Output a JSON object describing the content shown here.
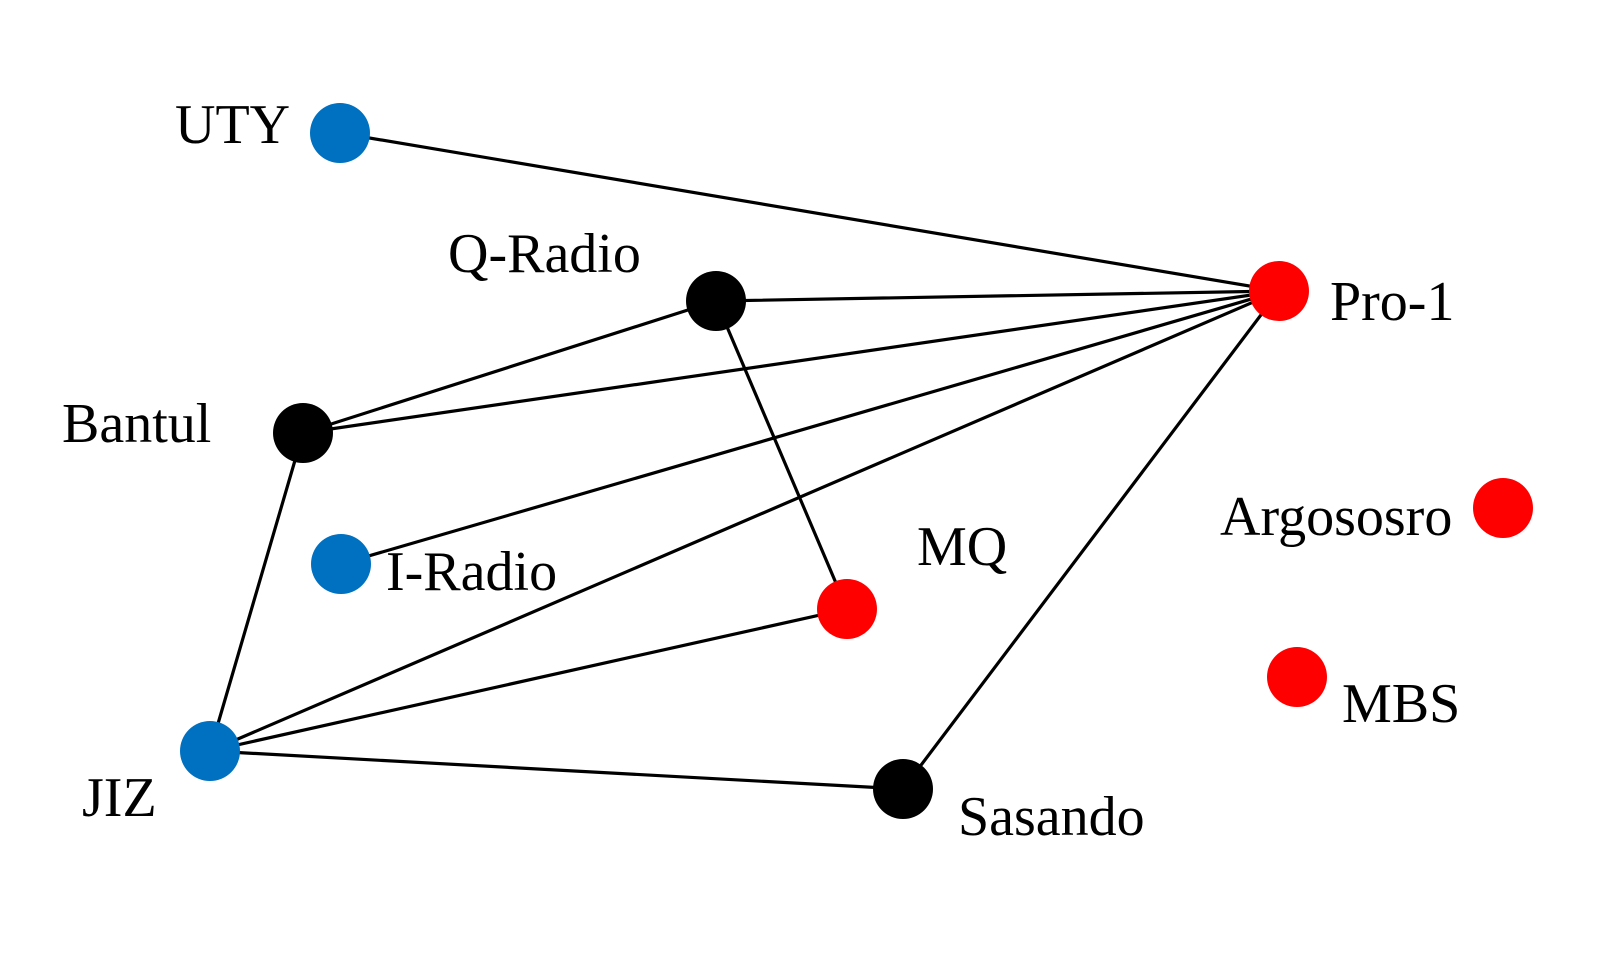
{
  "colors": {
    "blue": "#0070c0",
    "black": "#000000",
    "red": "#ff0000",
    "edge": "#000000"
  },
  "nodes": [
    {
      "id": "uty",
      "label": "UTY",
      "color": "blue"
    },
    {
      "id": "q_radio",
      "label": "Q-Radio",
      "color": "black"
    },
    {
      "id": "pro_1",
      "label": "Pro-1",
      "color": "red"
    },
    {
      "id": "bantul",
      "label": "Bantul",
      "color": "black"
    },
    {
      "id": "i_radio",
      "label": "I-Radio",
      "color": "blue"
    },
    {
      "id": "mq",
      "label": "MQ",
      "color": "red"
    },
    {
      "id": "argososro",
      "label": "Argososro",
      "color": "red"
    },
    {
      "id": "mbs",
      "label": "MBS",
      "color": "red"
    },
    {
      "id": "jiz",
      "label": "JIZ",
      "color": "blue"
    },
    {
      "id": "sasando",
      "label": "Sasando",
      "color": "black"
    }
  ],
  "edges": [
    [
      "uty",
      "pro_1"
    ],
    [
      "q_radio",
      "pro_1"
    ],
    [
      "q_radio",
      "bantul"
    ],
    [
      "q_radio",
      "mq"
    ],
    [
      "bantul",
      "pro_1"
    ],
    [
      "bantul",
      "jiz"
    ],
    [
      "i_radio",
      "pro_1"
    ],
    [
      "jiz",
      "pro_1"
    ],
    [
      "jiz",
      "mq"
    ],
    [
      "jiz",
      "sasando"
    ],
    [
      "sasando",
      "pro_1"
    ]
  ]
}
